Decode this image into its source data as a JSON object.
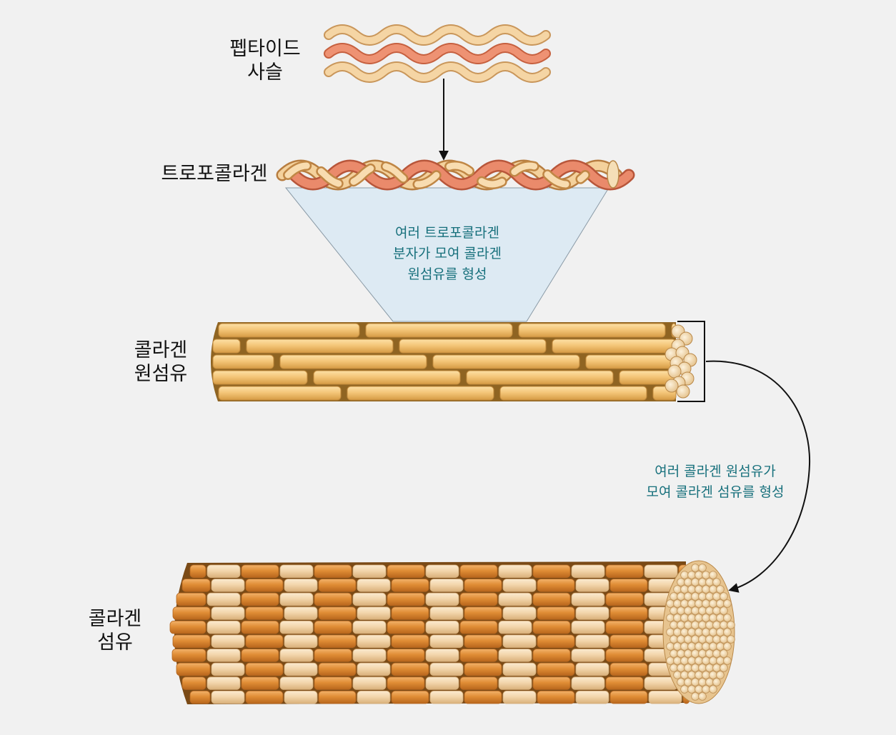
{
  "labels": {
    "peptide": [
      "펩타이드",
      "사슬"
    ],
    "tropocollagen": [
      "트로포콜라겐"
    ],
    "fibril": [
      "콜라겐",
      "원섬유"
    ],
    "fiber": [
      "콜라겐",
      "섬유"
    ]
  },
  "notes": {
    "fibril_formation": [
      "여러 트로포콜라겐",
      "분자가 모여 콜라겐",
      "원섬유를 형성"
    ],
    "fiber_formation": [
      "여러 콜라겐 원섬유가",
      "모여 콜라겐 섬유를 형성"
    ]
  },
  "colors": {
    "background": "#f1f1f1",
    "note_text": "#17707c",
    "light_strand": "#f3cf97",
    "red_strand": "#e98565",
    "fibril_gold": "#f2c271",
    "fiber_dark": "#e08d35",
    "fiber_light": "#f3d6ac",
    "highlight_fill": "#ddeaf3"
  }
}
